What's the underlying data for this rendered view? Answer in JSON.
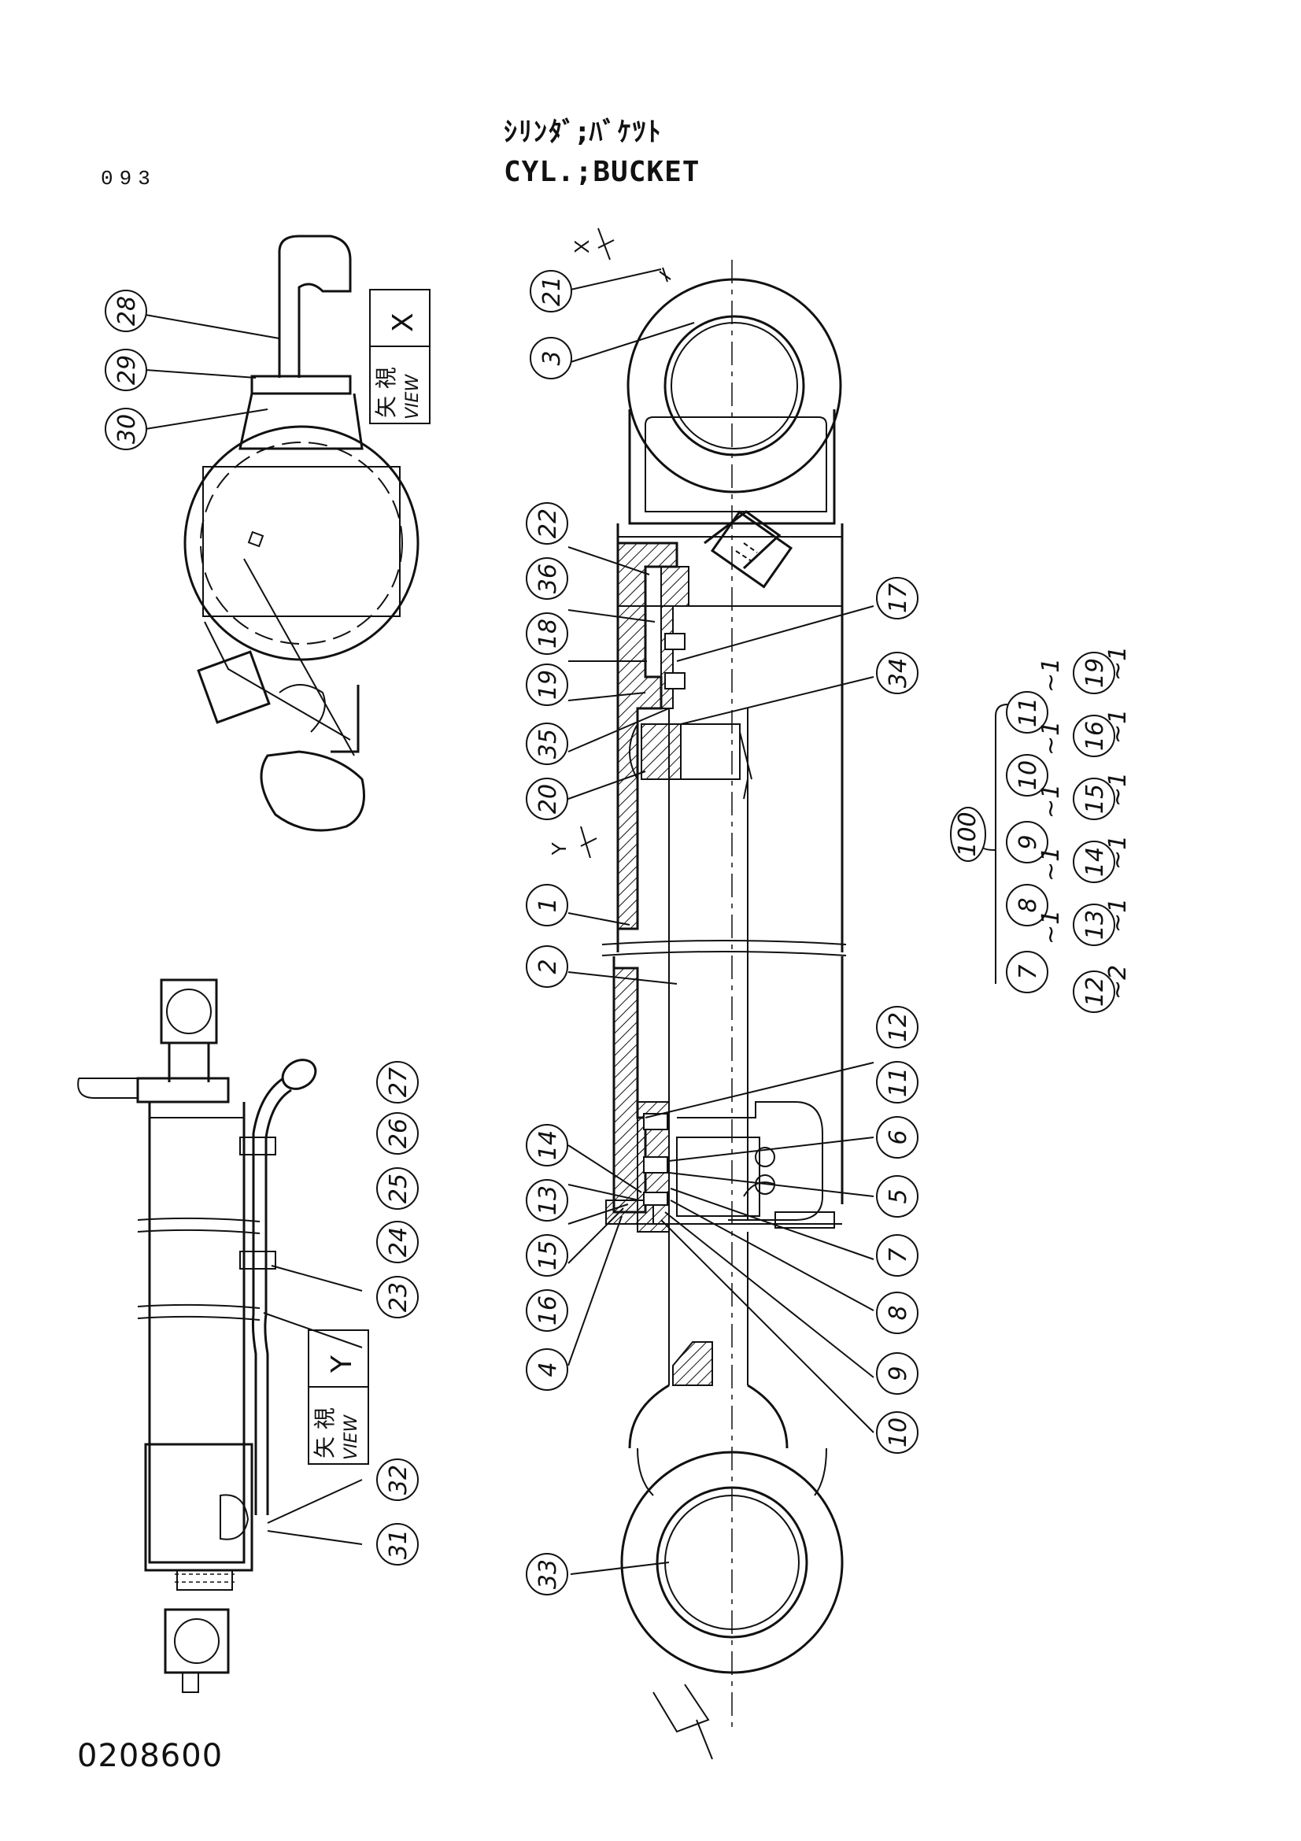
{
  "header": {
    "page_number": "093",
    "title_jp": "ｼﾘﾝﾀﾞ;ﾊﾞｹﾂﾄ",
    "title_en": "CYL.;BUCKET"
  },
  "footer": {
    "drawing_number": "0208600"
  },
  "views": {
    "view_x": {
      "kanji": "矢 視",
      "word": "VIEW",
      "letter": "X"
    },
    "view_y": {
      "kanji": "矢 視",
      "word": "VIEW",
      "letter": "Y"
    },
    "section_mark_x": "X",
    "section_mark_y": "Y"
  },
  "assembly": {
    "kit_number": "100",
    "tilde_marks": [
      "~1",
      "~2"
    ]
  },
  "callouts": [
    {
      "id": "c21",
      "label": "21"
    },
    {
      "id": "c3",
      "label": "3"
    },
    {
      "id": "c22",
      "label": "22"
    },
    {
      "id": "c36",
      "label": "36"
    },
    {
      "id": "c18",
      "label": "18"
    },
    {
      "id": "c19",
      "label": "19"
    },
    {
      "id": "c35",
      "label": "35"
    },
    {
      "id": "c20",
      "label": "20"
    },
    {
      "id": "c1",
      "label": "1"
    },
    {
      "id": "c2",
      "label": "2"
    },
    {
      "id": "c17",
      "label": "17"
    },
    {
      "id": "c34",
      "label": "34"
    },
    {
      "id": "c12",
      "label": "12"
    },
    {
      "id": "c11",
      "label": "11"
    },
    {
      "id": "c6",
      "label": "6"
    },
    {
      "id": "c5",
      "label": "5"
    },
    {
      "id": "c7",
      "label": "7"
    },
    {
      "id": "c8",
      "label": "8"
    },
    {
      "id": "c9",
      "label": "9"
    },
    {
      "id": "c10",
      "label": "10"
    },
    {
      "id": "c14",
      "label": "14"
    },
    {
      "id": "c13",
      "label": "13"
    },
    {
      "id": "c15",
      "label": "15"
    },
    {
      "id": "c16",
      "label": "16"
    },
    {
      "id": "c4",
      "label": "4"
    },
    {
      "id": "c33",
      "label": "33"
    },
    {
      "id": "c28",
      "label": "28"
    },
    {
      "id": "c29",
      "label": "29"
    },
    {
      "id": "c30",
      "label": "30"
    },
    {
      "id": "c27",
      "label": "27"
    },
    {
      "id": "c26",
      "label": "26"
    },
    {
      "id": "c25",
      "label": "25"
    },
    {
      "id": "c24",
      "label": "24"
    },
    {
      "id": "c23",
      "label": "23"
    },
    {
      "id": "c32",
      "label": "32"
    },
    {
      "id": "c31",
      "label": "31"
    },
    {
      "id": "k7",
      "label": "7"
    },
    {
      "id": "k8",
      "label": "8"
    },
    {
      "id": "k9",
      "label": "9"
    },
    {
      "id": "k10",
      "label": "10"
    },
    {
      "id": "k11",
      "label": "11"
    },
    {
      "id": "k12",
      "label": "12"
    },
    {
      "id": "k13",
      "label": "13"
    },
    {
      "id": "k14",
      "label": "14"
    },
    {
      "id": "k15",
      "label": "15"
    },
    {
      "id": "k16",
      "label": "16"
    },
    {
      "id": "k19",
      "label": "19"
    }
  ]
}
